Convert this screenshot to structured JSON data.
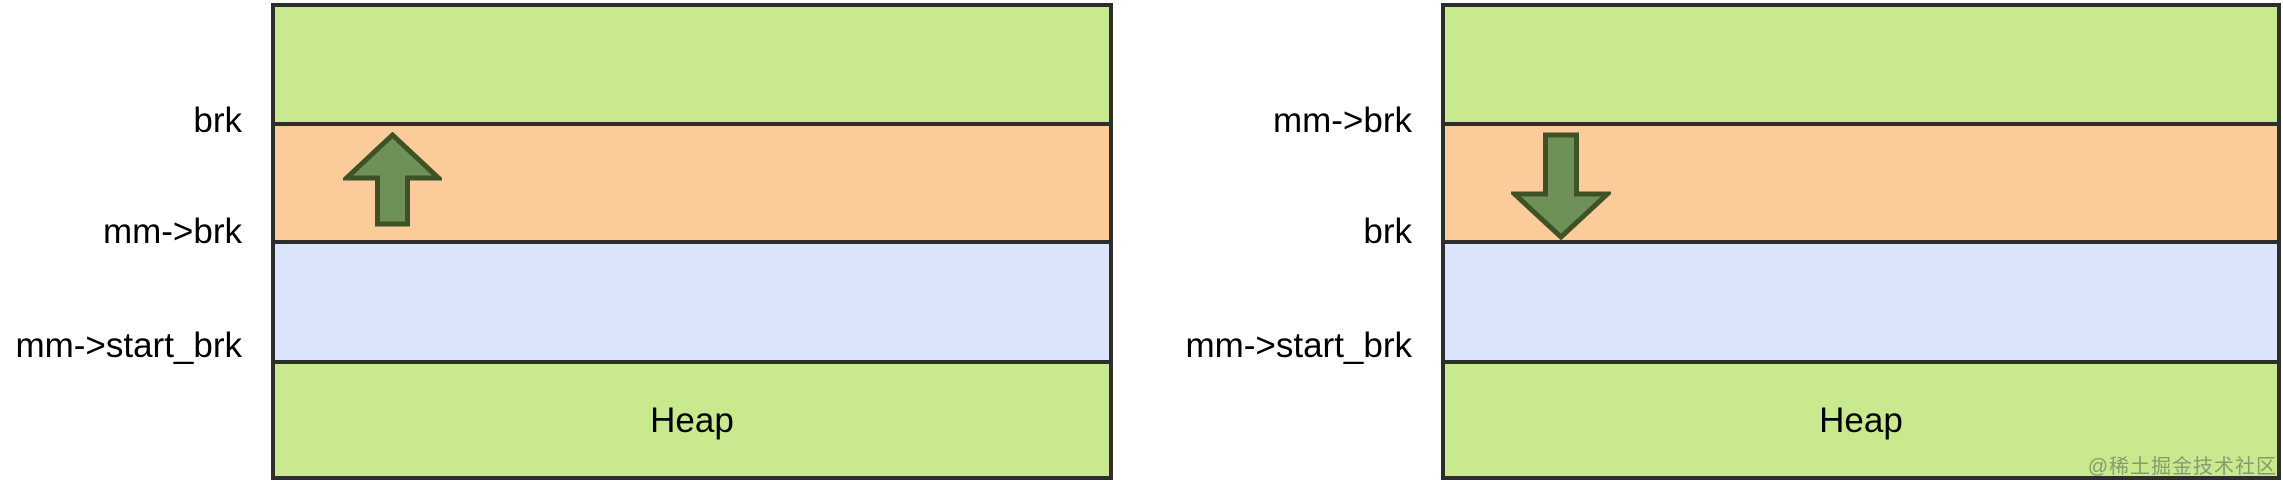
{
  "diagrams": [
    {
      "name": "heap-grow-diagram",
      "side_labels": [
        "brk",
        "mm->brk",
        "mm->start_brk"
      ],
      "arrow_direction": "up",
      "region_label": "Heap"
    },
    {
      "name": "heap-shrink-diagram",
      "side_labels": [
        "mm->brk",
        "brk",
        "mm->start_brk"
      ],
      "arrow_direction": "down",
      "region_label": "Heap"
    }
  ],
  "watermark": "@稀土掘金技术社区",
  "colors": {
    "band_green": "#c9e98e",
    "band_orange": "#fbcb9a",
    "band_blue": "#dae4fa",
    "line_border": "#2d2d2d",
    "arrow_fill": "#6d9156",
    "arrow_stroke": "#3e5226",
    "label_text": "#000000",
    "watermark_text": "#5c665a"
  }
}
